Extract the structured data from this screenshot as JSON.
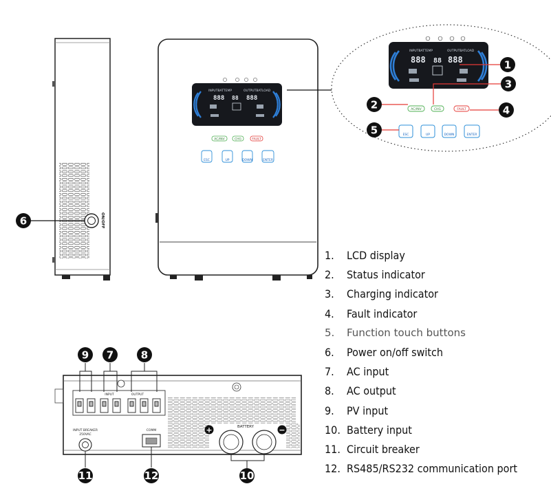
{
  "legend": [
    {
      "num": "1.",
      "label": "LCD display"
    },
    {
      "num": "2.",
      "label": "Status indicator"
    },
    {
      "num": "3.",
      "label": "Charging indicator"
    },
    {
      "num": "4.",
      "label": "Fault indicator"
    },
    {
      "num": "5.",
      "label": "Function touch buttons"
    },
    {
      "num": "6.",
      "label": "Power on/off switch"
    },
    {
      "num": "7.",
      "label": "AC input"
    },
    {
      "num": "8.",
      "label": "AC output"
    },
    {
      "num": "9.",
      "label": "PV input"
    },
    {
      "num": "10.",
      "label": "Battery input"
    },
    {
      "num": "11.",
      "label": "Circuit breaker"
    },
    {
      "num": "12.",
      "label": "RS485/RS232 communication port"
    }
  ],
  "callouts": [
    "1",
    "2",
    "3",
    "4",
    "5",
    "6",
    "7",
    "8",
    "9",
    "10",
    "11",
    "12"
  ],
  "side_panel": {
    "switch_label": "ON/OFF"
  },
  "front_panel": {
    "lcd_left_title": "INPUTBATTEMP",
    "lcd_right_title": "OUTPUTBATLOAD",
    "lcd_left_value": "888",
    "lcd_mid_value": "88",
    "lcd_right_value": "888",
    "indicators": [
      "AC/INV",
      "CHG",
      "FAULT"
    ],
    "buttons": [
      "ESC",
      "UP",
      "DOWN",
      "ENTER"
    ]
  },
  "bottom_panel": {
    "breaker_label_1": "INPUT BREAKER",
    "breaker_label_2": "250VAC",
    "comm_label": "COMM",
    "battery_label": "BATTERY",
    "input_label": "INPUT",
    "output_label": "OUTPUT",
    "plus_sign": "+",
    "minus_sign": "−"
  }
}
